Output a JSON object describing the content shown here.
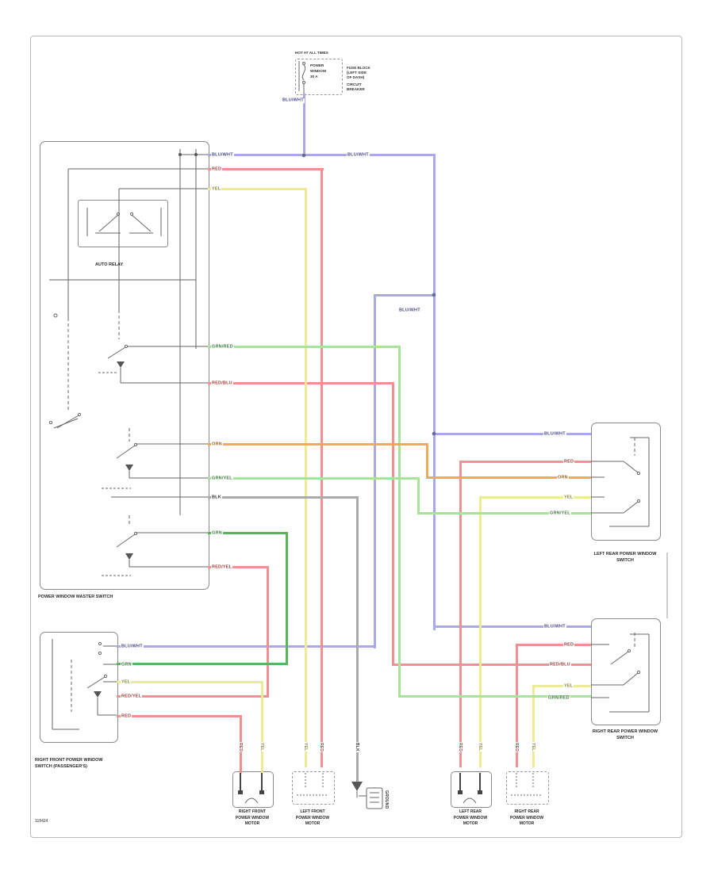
{
  "colors": {
    "blue": "#a9a9ea",
    "red": "#f19090",
    "yellow": "#ecec96",
    "green": "#a8e39a",
    "green_dark": "#5db35d",
    "orange": "#f3aa56",
    "gray": "#a9a9a9",
    "structure": "#8a8a8a"
  },
  "power_source": {
    "hot": "HOT AT ALL TIMES",
    "fuse": [
      "POWER",
      "WINDOW",
      "30 A"
    ],
    "block": [
      "FUSE BLOCK",
      "(LEFT SIDE",
      "OF DASH)"
    ],
    "note": [
      "CIRCUIT",
      "BREAKER"
    ],
    "wire": "BLU/WHT"
  },
  "master": {
    "relay": "AUTO RELAY",
    "label": "POWER WINDOW MASTER SWITCH",
    "rows": [
      "BLU/WHT",
      "RED",
      "YEL",
      "GRN/RED",
      "RED/BLU",
      "ORN",
      "GRN/YEL",
      "BLK",
      "GRN",
      "RED/YEL"
    ]
  },
  "mid": {
    "blu1": "BLU/WHT",
    "blu2": "BLU/WHT"
  },
  "front_switch": {
    "label": [
      "RIGHT FRONT POWER WINDOW",
      "SWITCH (PASSENGER'S)"
    ],
    "rows": [
      "BLU/WHT",
      "GRN",
      "YEL",
      "RED/YEL",
      "RED"
    ]
  },
  "left_rear": {
    "label": [
      "LEFT REAR POWER WINDOW",
      "SWITCH"
    ],
    "rows": [
      "BLU/WHT",
      "RED",
      "ORN",
      "YEL",
      "GRN/YEL"
    ]
  },
  "right_rear": {
    "label": [
      "RIGHT REAR POWER WINDOW",
      "SWITCH"
    ],
    "rows": [
      "BLU/WHT",
      "RED",
      "RED/BLU",
      "YEL",
      "GRN/RED"
    ]
  },
  "motors": [
    [
      "RIGHT FRONT",
      "POWER WINDOW",
      "MOTOR"
    ],
    [
      "LEFT FRONT",
      "POWER WINDOW",
      "MOTOR"
    ],
    [
      "LEFT REAR",
      "POWER WINDOW",
      "MOTOR"
    ],
    [
      "RIGHT REAR",
      "POWER WINDOW",
      "MOTOR"
    ]
  ],
  "pins": [
    "RED",
    "YEL",
    "YEL",
    "RED",
    "BLK",
    "RED",
    "YEL",
    "RED",
    "YEL"
  ],
  "ground": {
    "label": "GROUND"
  },
  "page": {
    "ref": "119424"
  }
}
